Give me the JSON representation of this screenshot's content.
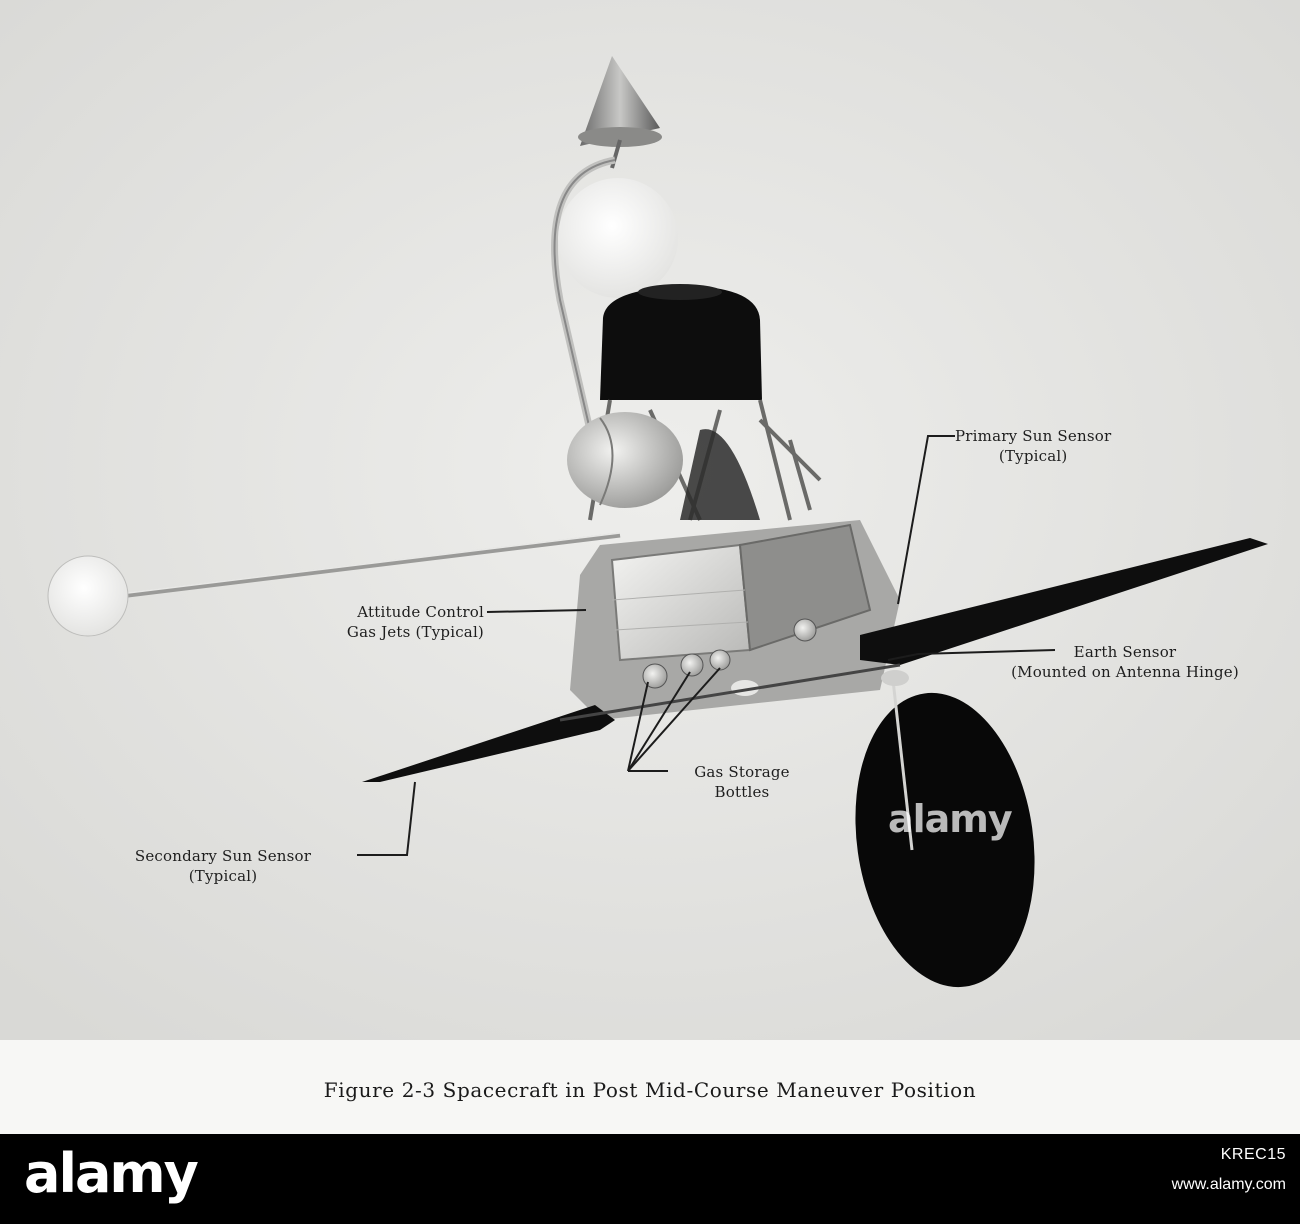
{
  "figure": {
    "caption": "Figure 2-3  Spacecraft in Post Mid-Course Maneuver Position",
    "callouts": {
      "primary_sun_sensor": [
        "Primary Sun Sensor",
        "(Typical)"
      ],
      "attitude_control": [
        "Attitude Control",
        "Gas Jets (Typical)"
      ],
      "earth_sensor": [
        "Earth Sensor",
        "(Mounted on Antenna Hinge)"
      ],
      "gas_storage": [
        "Gas Storage",
        "Bottles"
      ],
      "secondary_sun_sensor": [
        "Secondary Sun Sensor",
        "(Typical)"
      ]
    }
  },
  "watermark": "alamy",
  "footer": {
    "logo": "alamy",
    "image_id": "KREC15",
    "site": "www.alamy.com"
  }
}
